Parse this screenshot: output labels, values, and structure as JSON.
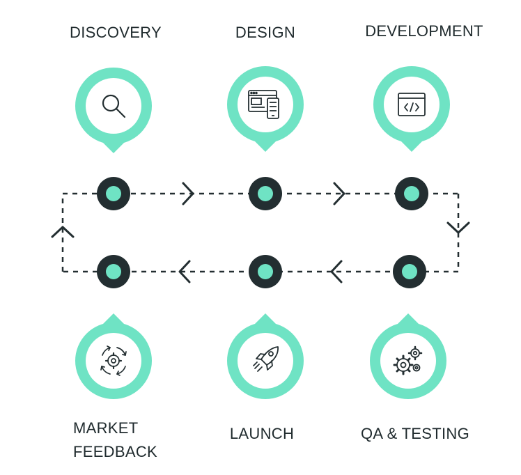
{
  "colors": {
    "accent": "#6fe3c4",
    "dark": "#232e31",
    "white": "#ffffff",
    "line": "#232e31"
  },
  "stages": {
    "discovery": {
      "label": "DISCOVERY",
      "icon": "search-icon"
    },
    "design": {
      "label": "DESIGN",
      "icon": "browser-mobile-icon"
    },
    "development": {
      "label": "DEVELOPMENT",
      "icon": "code-window-icon"
    },
    "qa_testing": {
      "label": "QA & TESTING",
      "icon": "gears-icon"
    },
    "launch": {
      "label": "LAUNCH",
      "icon": "rocket-icon"
    },
    "market_feedback": {
      "label_line1": "MARKET",
      "label_line2": "FEEDBACK",
      "icon": "cycle-gear-icon"
    }
  }
}
